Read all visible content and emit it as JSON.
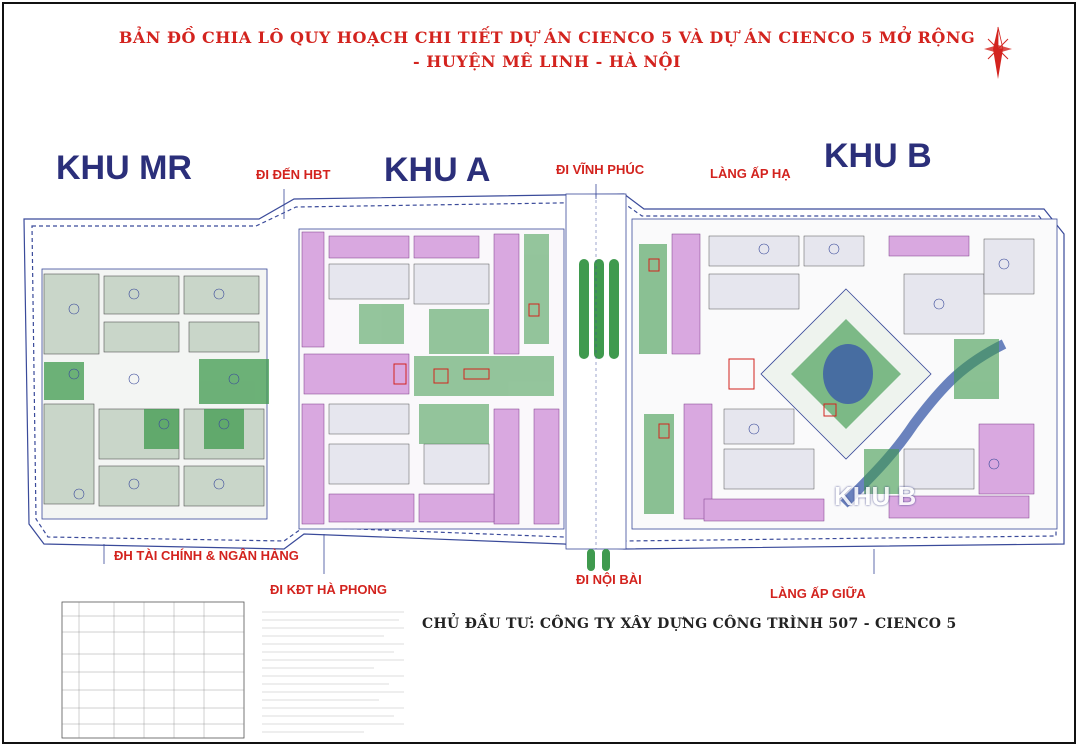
{
  "title": {
    "line1": "BẢN ĐỒ CHIA LÔ QUY HOẠCH CHI TIẾT DỰ ÁN CIENCO 5 VÀ DỰ ÁN CIENCO 5 MỞ RỘNG",
    "line2": "- HUYỆN MÊ LINH - HÀ NỘI"
  },
  "zones": {
    "mr": "KHU MR",
    "a": "KHU A",
    "b": "KHU B",
    "b_watermark": "KHU B"
  },
  "roads": {
    "hbt": "ĐI ĐẾN HBT",
    "vinh_phuc": "ĐI VĨNH PHÚC",
    "lang_ap_ha": "LÀNG ẤP HẠ",
    "dh_tai_chinh": "ĐH TÀI CHÍNH & NGÂN HÀNG",
    "kdt_ha_phong": "ĐI KĐT HÀ PHONG",
    "noi_bai": "ĐI NỘI BÀI",
    "lang_ap_giua": "LÀNG ẤP GIỮA"
  },
  "owner": "CHỦ ĐẦU TƯ: CÔNG TY XÂY DỰNG CÔNG TRÌNH 507 - CIENCO 5",
  "colors": {
    "title_red": "#d3231e",
    "zone_blue": "#2b2f7a",
    "lot_purple": "#d9a8e0",
    "green_space": "#3f9a4e",
    "road_line": "#3a4a9a",
    "water": "#3a5aa8"
  },
  "icons": [
    "compass-icon"
  ]
}
